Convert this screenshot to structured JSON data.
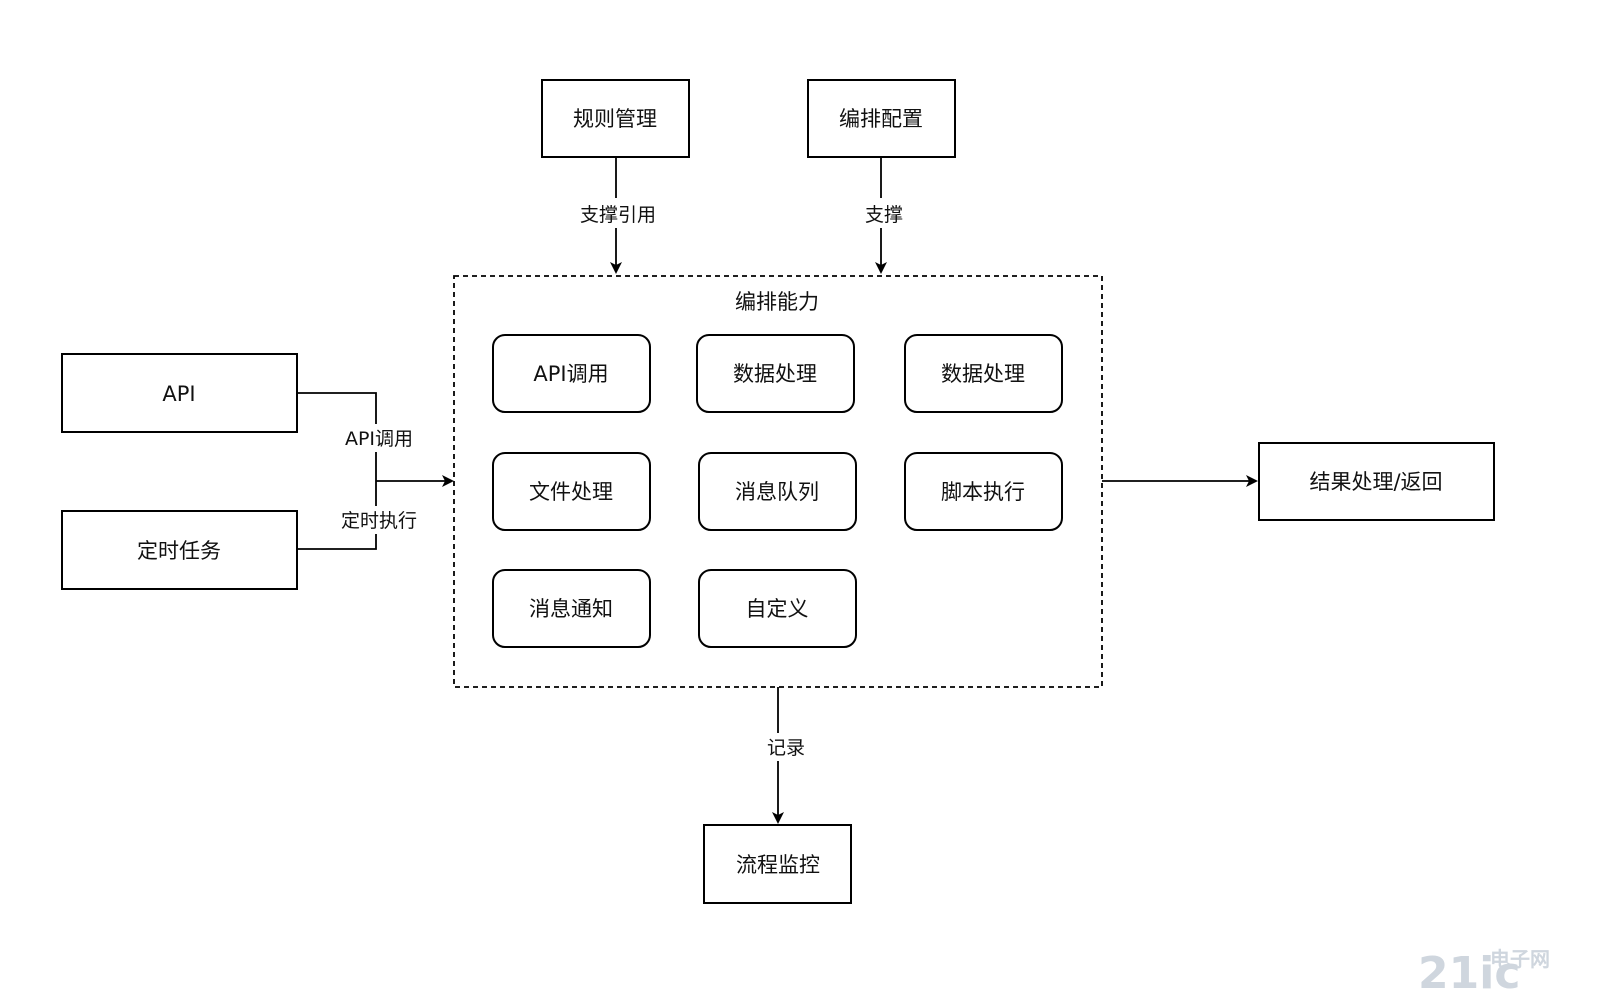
{
  "nodes": {
    "rule_mgmt": "规则管理",
    "orch_config": "编排配置",
    "api": "API",
    "timer_task": "定时任务",
    "orchestration_group": "编排能力",
    "api_call": "API调用",
    "data_proc_1": "数据处理",
    "data_proc_2": "数据处理",
    "file_proc": "文件处理",
    "message_queue": "消息队列",
    "script_exec": "脚本执行",
    "message_notify": "消息通知",
    "custom": "自定义",
    "result_return": "结果处理/返回",
    "flow_monitor": "流程监控"
  },
  "edges": {
    "support_ref": "支撑引用",
    "support": "支撑",
    "api_call": "API调用",
    "timed_exec": "定时执行",
    "record": "记录"
  },
  "watermark": {
    "main": "21ic",
    "sub": "电子网"
  }
}
